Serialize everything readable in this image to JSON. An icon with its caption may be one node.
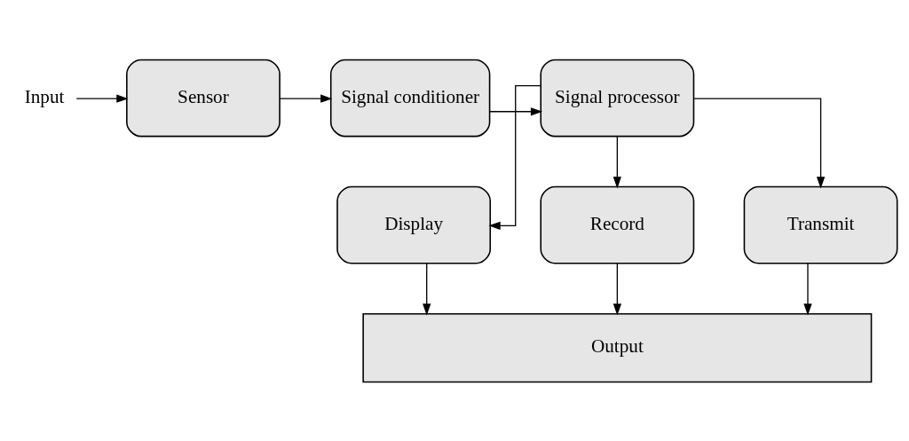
{
  "diagram": {
    "nodes": [
      {
        "text": [
          "Input"
        ]
      },
      {
        "text": [
          "Sensor"
        ]
      },
      {
        "text": [
          "Signal conditioner"
        ]
      },
      {
        "text": [
          "Signal processor"
        ]
      },
      {
        "text": [
          "Display"
        ]
      },
      {
        "text": [
          "Record"
        ]
      },
      {
        "text": [
          "Transmit"
        ]
      },
      {
        "text": [
          "Output"
        ]
      }
    ],
    "edges": [
      {
        "from": 0,
        "to": 1,
        "arrow": "to"
      },
      {
        "from": 1,
        "to": 2,
        "arrow": "to"
      },
      {
        "from": 2,
        "to": 3,
        "arrow": "to"
      },
      {
        "from": 3,
        "to": 4,
        "arrow": "to"
      },
      {
        "from": 3,
        "to": 5,
        "arrow": "to"
      },
      {
        "from": 3,
        "to": 6,
        "arrow": "to"
      },
      {
        "from": 4,
        "to": 7,
        "arrow": "to"
      },
      {
        "from": 5,
        "to": 7,
        "arrow": "to"
      },
      {
        "from": 6,
        "to": 7,
        "arrow": "to"
      }
    ]
  }
}
